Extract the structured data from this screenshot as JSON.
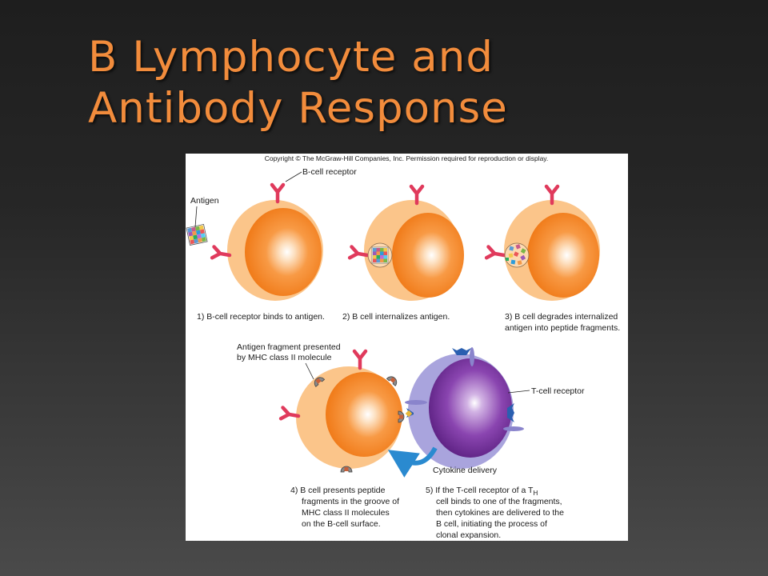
{
  "slide": {
    "title_line1": "B Lymphocyte and",
    "title_line2": "Antibody Response"
  },
  "figure": {
    "copyright": "Copyright © The McGraw-Hill Companies, Inc. Permission required for reproduction or display.",
    "labels": {
      "b_cell_receptor": "B-cell receptor",
      "antigen": "Antigen",
      "antigen_fragment_1": "Antigen fragment presented",
      "antigen_fragment_2": "by MHC class II molecule",
      "t_cell_receptor": "T-cell receptor",
      "cytokine_delivery": "Cytokine delivery"
    },
    "captions": {
      "step1": [
        "1) B-cell receptor binds to antigen."
      ],
      "step2": [
        "2) B cell internalizes antigen."
      ],
      "step3": [
        "3) B cell degrades internalized",
        "antigen into peptide fragments."
      ],
      "step4": [
        "4) B cell presents peptide",
        "fragments in the groove of",
        "MHC class II molecules",
        "on the B-cell surface."
      ],
      "step5": [
        "5) If the T-cell receptor of a T",
        "cell binds to one of the fragments,",
        "then cytokines are delivered to the",
        "B cell, initiating the process of",
        "clonal expansion."
      ],
      "step5_subscript": "H"
    },
    "colors": {
      "cell_outer": "#fbc58a",
      "cell_nucleus": "#f7882a",
      "receptor": "#e03a5c",
      "t_cell": "#a9a4dd",
      "t_nucleus": "#6a2a8e",
      "t_receptor": "#2a5fb0",
      "arrow": "#2a8ad0"
    }
  }
}
